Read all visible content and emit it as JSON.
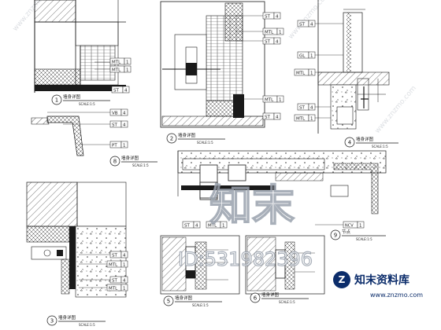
{
  "tags": {
    "st": "ST",
    "mtl": "MTL",
    "gl": "GL",
    "vb": "VB",
    "pt": "PT",
    "ncv": "NCV",
    "n1": "1",
    "n4": "4"
  },
  "details": {
    "d1": {
      "number": "1",
      "title": "墙身详图",
      "scale": "SCALE:1:5"
    },
    "d2": {
      "number": "2",
      "title": "墙身详图",
      "scale": "SCALE:1:5"
    },
    "d3": {
      "number": "3",
      "title": "墙身详图",
      "scale": "SCALE:1:5"
    },
    "d4": {
      "number": "4",
      "title": "墙身详图",
      "scale": "SCALE:1:5"
    },
    "d5": {
      "number": "5",
      "title": "墙身详图",
      "scale": "SCALE:1:5"
    },
    "d6": {
      "number": "6",
      "title": "墙身详图",
      "scale": "SCALE:1:5"
    },
    "d8": {
      "number": "8",
      "title": "墙身详图",
      "scale": "SCALE:1:5"
    },
    "d9": {
      "number": "9",
      "title": "节点",
      "scale": "SCALE:1:5"
    }
  },
  "watermark": {
    "id_text": "ID:531982396",
    "big_logo": "知末",
    "brand_cn": "知末资料库",
    "brand_url": "www.znzmo.com",
    "diag_text": "www.znzmo.com"
  },
  "colors": {
    "line": "#1a1a1a",
    "accent": "#0c2d6b",
    "watermark": "#9aa2ad"
  }
}
